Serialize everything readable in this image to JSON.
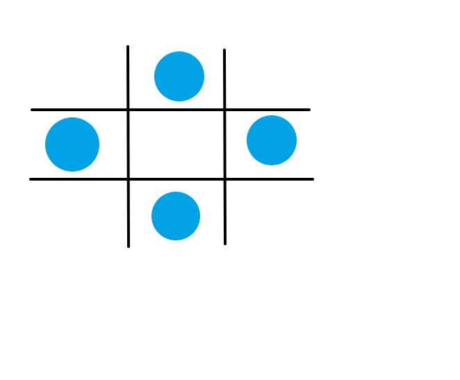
{
  "game": {
    "type": "tic-tac-toe",
    "rows": 3,
    "cols": 3,
    "board": [
      [
        "",
        "O",
        ""
      ],
      [
        "O",
        "",
        "O"
      ],
      [
        "",
        "O",
        ""
      ]
    ],
    "marker_color": "#00a2e6",
    "line_color": "#000000"
  }
}
